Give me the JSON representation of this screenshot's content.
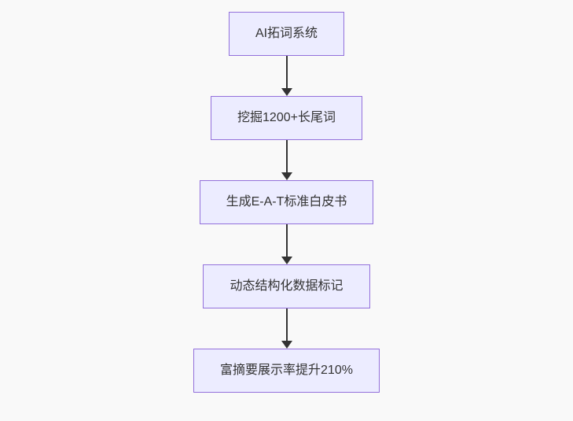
{
  "diagram": {
    "type": "flowchart",
    "direction": "top-down",
    "theme": {
      "background": "#f9f9f9",
      "node_fill": "#ececff",
      "node_border": "#9370db",
      "text_color": "#333333",
      "arrow_color": "#333333"
    },
    "nodes": [
      {
        "label": "AI拓词系统"
      },
      {
        "label": "挖掘1200+长尾词"
      },
      {
        "label": "生成E-A-T标准白皮书"
      },
      {
        "label": "动态结构化数据标记"
      },
      {
        "label": "富摘要展示率提升210%"
      }
    ],
    "edges": [
      {
        "from": "AI拓词系统",
        "to": "挖掘1200+长尾词"
      },
      {
        "from": "挖掘1200+长尾词",
        "to": "生成E-A-T标准白皮书"
      },
      {
        "from": "生成E-A-T标准白皮书",
        "to": "动态结构化数据标记"
      },
      {
        "from": "动态结构化数据标记",
        "to": "富摘要展示率提升210%"
      }
    ]
  }
}
